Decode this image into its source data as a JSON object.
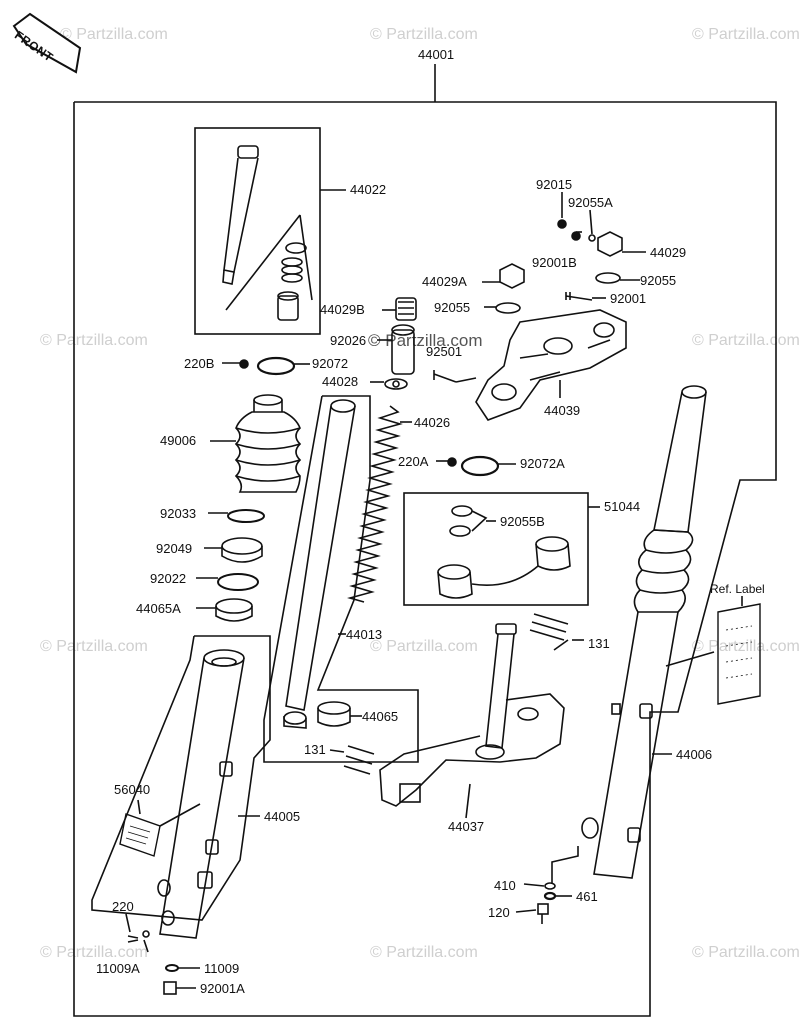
{
  "watermark": "© Partzilla.com",
  "direction_badge": "FRONT",
  "ref_label": "Ref. Label",
  "parts": {
    "p44001": "44001",
    "p44022": "44022",
    "p92015": "92015",
    "p92055A": "92055A",
    "p44029": "44029",
    "p92001B": "92001B",
    "p44029A": "44029A",
    "p92055": "92055",
    "p92055b": "92055",
    "p92001": "92001",
    "p44029B": "44029B",
    "p92026": "92026",
    "p92501": "92501",
    "p220B": "220B",
    "p92072": "92072",
    "p44028": "44028",
    "p44039": "44039",
    "p44026": "44026",
    "p49006": "49006",
    "p220A": "220A",
    "p92072A": "92072A",
    "p51044": "51044",
    "p92055B": "92055B",
    "p92033": "92033",
    "p92049": "92049",
    "p92022": "92022",
    "p44065A": "44065A",
    "p44013": "44013",
    "p131a": "131",
    "p131b": "131",
    "p44065": "44065",
    "p44006": "44006",
    "p56040": "56040",
    "p44005": "44005",
    "p44037": "44037",
    "p410": "410",
    "p461": "461",
    "p220": "220",
    "p120": "120",
    "p11009A": "11009A",
    "p11009": "11009",
    "p92001A": "92001A"
  }
}
